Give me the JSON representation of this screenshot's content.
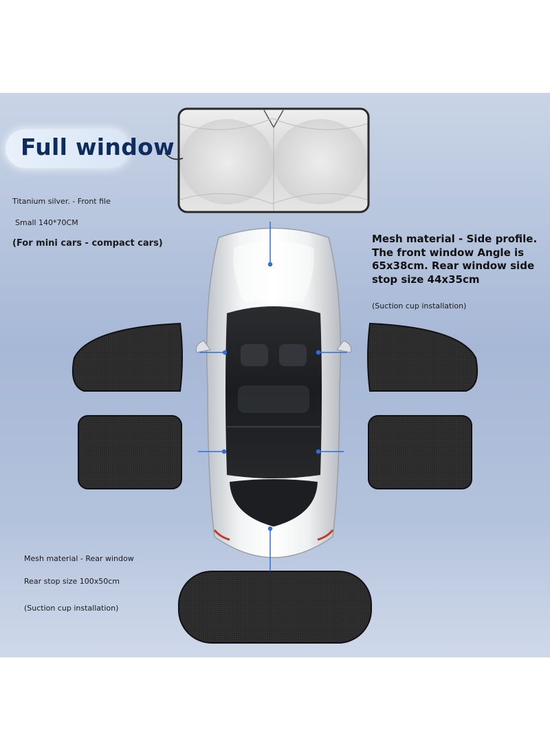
{
  "headline": "Full window",
  "front": {
    "line1": "Titanium silver. - Front file",
    "line2": "Small 140*70CM",
    "line3": "(For mini cars - compact cars)"
  },
  "side": {
    "description": "Mesh material - Side profile. The front window Angle is 65x38cm. Rear window side stop size 44x35cm",
    "install": "(Suction cup installation)"
  },
  "rear": {
    "line1": "Mesh material - Rear window",
    "line2": "Rear stop size 100x50cm",
    "line3": "(Suction cup installation)"
  },
  "colors": {
    "headline": "#0f2c5e",
    "callout_line": "#2f6fd6",
    "mesh": "#2b2b2b",
    "silver": "#d9d9d9"
  }
}
